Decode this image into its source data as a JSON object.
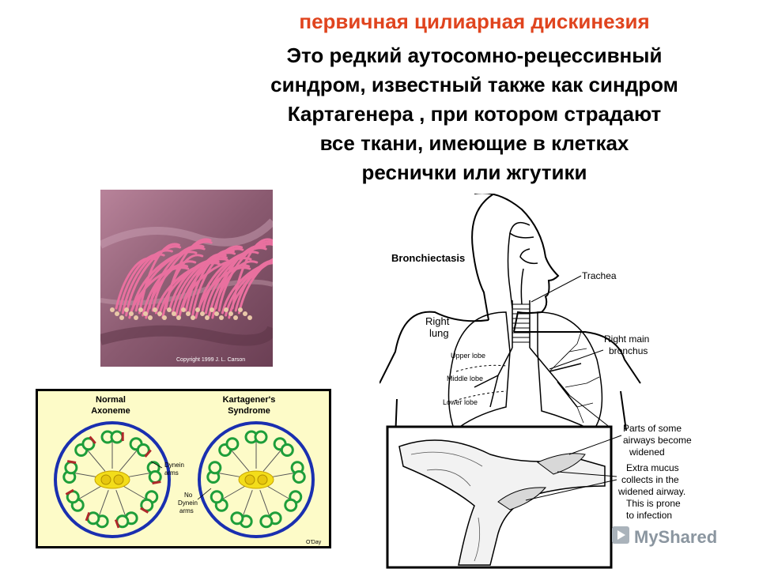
{
  "title": "первичная цилиарная дискинезия",
  "body_lines": [
    "Это редкий аутосомно-рецессивный",
    "синдром, известный также как синдром",
    "Картагенера , при котором страдают",
    "все ткани, имеющие в клетках",
    "реснички или жгутики"
  ],
  "colors": {
    "title": "#e0441e",
    "axoneme_bg": "#fdfbc8",
    "ring_blue": "#1a2fb0",
    "tubule_green": "#1e9e3a",
    "dynein_red": "#b0282a",
    "core_yellow": "#f3dd1a"
  },
  "cilia_photo": {
    "copyright": "Copyright 1999 J. L. Carson"
  },
  "axoneme_figure": {
    "normal_label": [
      "Normal",
      "Axoneme"
    ],
    "kartagener_label": [
      "Kartagener's",
      "Syndrome"
    ],
    "dynein_label": [
      "Dynein",
      "arms"
    ],
    "no_dynein_label": [
      "No",
      "Dynein",
      "arms"
    ],
    "credit": "O'Day"
  },
  "anatomy_figure": {
    "title": "Bronchiectasis",
    "labels": {
      "trachea": "Trachea",
      "right_lung": [
        "Right",
        "lung"
      ],
      "upper_lobe": "Upper lobe",
      "middle_lobe": "Middle lobe",
      "lower_lobe": "Lower lobe",
      "right_main_bronchus": [
        "Right main",
        "bronchus"
      ],
      "parts_widened": [
        "Parts of some",
        "airways become",
        "widened"
      ],
      "extra_mucus": [
        "Extra mucus",
        "collects in the",
        "widened airway.",
        "This is prone",
        "to infection"
      ]
    }
  },
  "watermark": "MyShared"
}
